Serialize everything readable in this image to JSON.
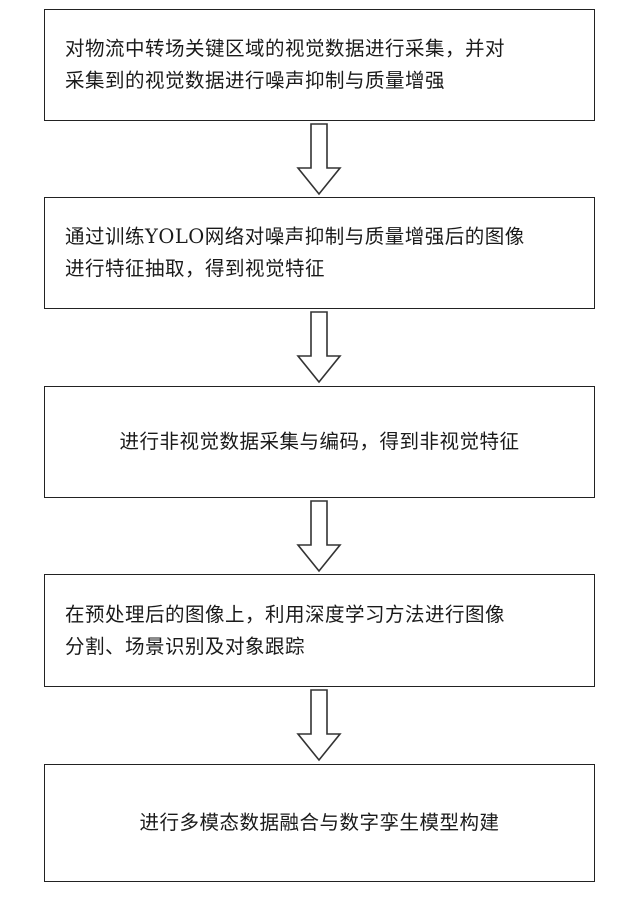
{
  "steps": [
    {
      "lines": [
        "对物流中转场关键区域的视觉数据进行采集，并对",
        "采集到的视觉数据进行噪声抑制与质量增强"
      ]
    },
    {
      "lines": [
        "通过训练YOLO网络对噪声抑制与质量增强后的图像",
        "进行特征抽取，得到视觉特征"
      ]
    },
    {
      "lines": [
        "进行非视觉数据采集与编码，得到非视觉特征"
      ]
    },
    {
      "lines": [
        "在预处理后的图像上，利用深度学习方法进行图像",
        "分割、场景识别及对象跟踪"
      ]
    },
    {
      "lines": [
        "进行多模态数据融合与数字孪生模型构建"
      ]
    }
  ]
}
